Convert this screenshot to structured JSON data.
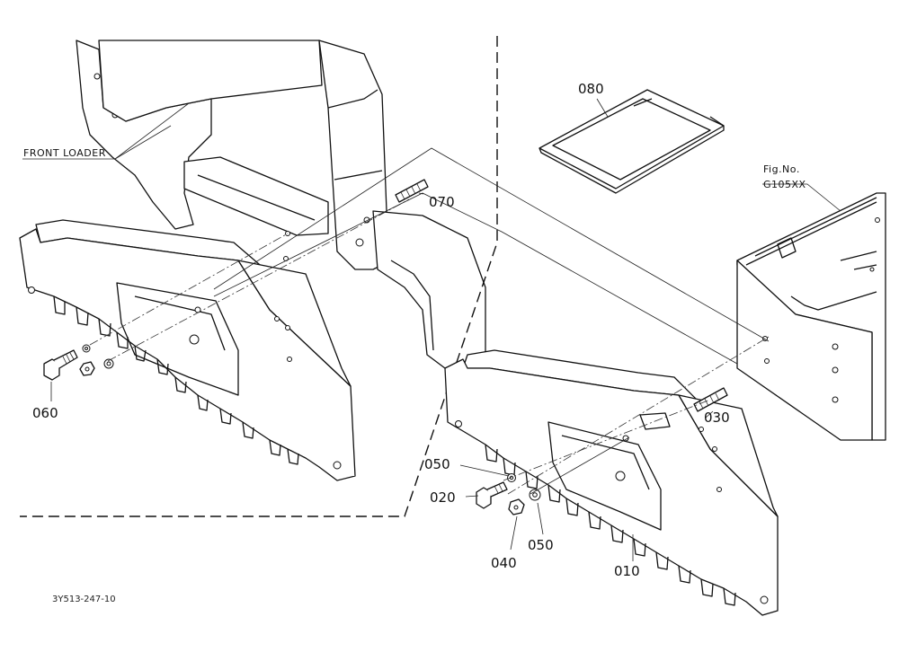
{
  "diagram": {
    "callouts": {
      "front_loader": "FRONT LOADER",
      "fig_no": "Fig.No.",
      "fig_ref": "G105XX"
    },
    "parts": {
      "p010": "010",
      "p020": "020",
      "p030": "030",
      "p040": "040",
      "p050a": "050",
      "p050b": "050",
      "p060": "060",
      "p070": "070",
      "p080": "080"
    },
    "reference_code": "3Y513-247-10"
  }
}
